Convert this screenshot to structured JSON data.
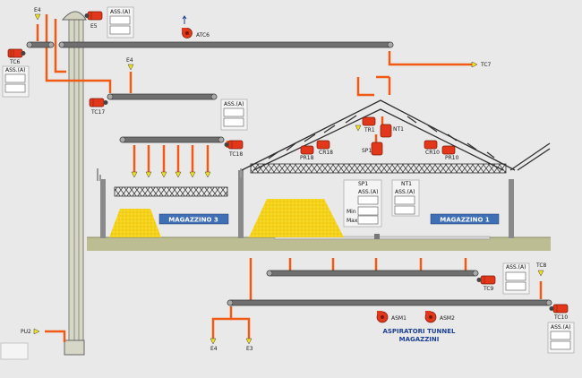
{
  "labels": {
    "tc6": "TC6",
    "e4_top": "E4",
    "e5": "E5",
    "atc6": "ATC6",
    "tc7": "TC7",
    "e4_mid": "E4",
    "tc17": "TC17",
    "tc18": "TC18",
    "tr1": "TR1",
    "nt1": "NT1",
    "sp1": "SP1",
    "pr18": "PR18",
    "cr18": "CR18",
    "cr10": "CR10",
    "pr10": "PR10",
    "tc9": "TC9",
    "tc8": "TC8",
    "tc10": "TC10",
    "pu2": "PU2",
    "e4_bot": "E4",
    "e3": "E3",
    "asm1": "ASM1",
    "asm2": "ASM2"
  },
  "ass_label": "ASS.(A)",
  "stores": {
    "magazzino3": "MAGAZZINO  3",
    "magazzino1": "MAGAZZINO  1"
  },
  "sp1_panel": {
    "title": "SP1",
    "ass": "ASS.(A)",
    "min": "Min",
    "max": "Max"
  },
  "nt1_panel": {
    "title": "NT1",
    "ass": "ASS.(A)"
  },
  "aspiratori": {
    "line1": "ASPIRATORI TUNNEL",
    "line2": "MAGAZZINI"
  },
  "colors": {
    "pipe": "#f05a14",
    "motor": "#e2371a",
    "conveyor": "#6f6f6f",
    "grain": "#f5d21a",
    "ground": "#bdbd93",
    "store_label_bg": "#3f6fb5",
    "truss": "#2f2f2f",
    "sensor": "#f3e21a"
  }
}
